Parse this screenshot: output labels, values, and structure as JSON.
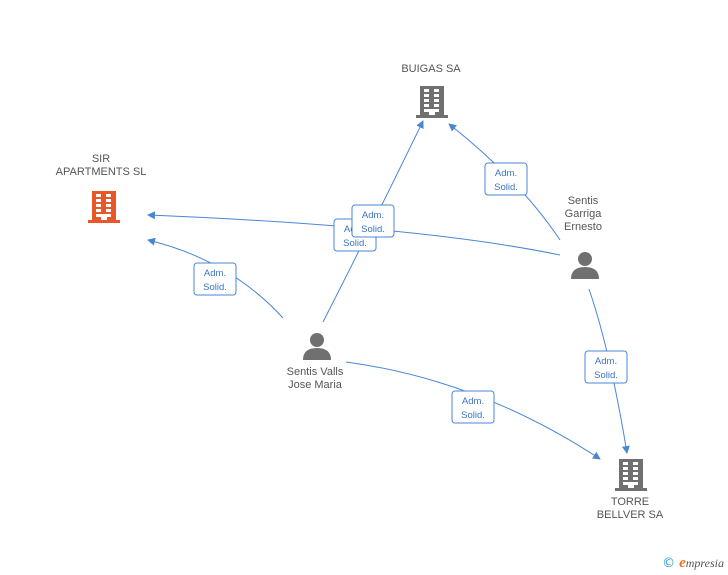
{
  "nodes": [
    {
      "id": "sir",
      "kind": "company",
      "highlight": true,
      "lines": [
        "SIR",
        "APARTMENTS SL"
      ]
    },
    {
      "id": "buigas",
      "kind": "company",
      "highlight": false,
      "lines": [
        "BUIGAS SA"
      ]
    },
    {
      "id": "torre",
      "kind": "company",
      "highlight": false,
      "lines": [
        "TORRE",
        "BELLVER SA"
      ]
    },
    {
      "id": "garriga",
      "kind": "person",
      "highlight": false,
      "lines": [
        "Sentis",
        "Garriga",
        "Ernesto"
      ]
    },
    {
      "id": "valls",
      "kind": "person",
      "highlight": false,
      "lines": [
        "Sentis Valls",
        "Jose Maria"
      ]
    }
  ],
  "edges": [
    {
      "from": "garriga",
      "to": "buigas",
      "badge": [
        "Adm.",
        "Solid."
      ]
    },
    {
      "from": "garriga",
      "to": "sir",
      "badge": [
        "Adm.",
        "Solid."
      ]
    },
    {
      "from": "valls",
      "to": "buigas",
      "badge": [
        "Adm.",
        "Solid."
      ]
    },
    {
      "from": "valls",
      "to": "sir",
      "badge": [
        "Adm.",
        "Solid."
      ]
    },
    {
      "from": "garriga",
      "to": "torre",
      "badge": [
        "Adm.",
        "Solid."
      ]
    },
    {
      "from": "valls",
      "to": "torre",
      "badge": [
        "Adm.",
        "Solid."
      ]
    }
  ],
  "colors": {
    "company": "#707070",
    "company_highlight": "#e8572a",
    "person": "#707070",
    "edge": "#4a86d4"
  },
  "credit": {
    "copyright_symbol": "©",
    "brand_first": "e",
    "brand_rest": "mpresia"
  }
}
